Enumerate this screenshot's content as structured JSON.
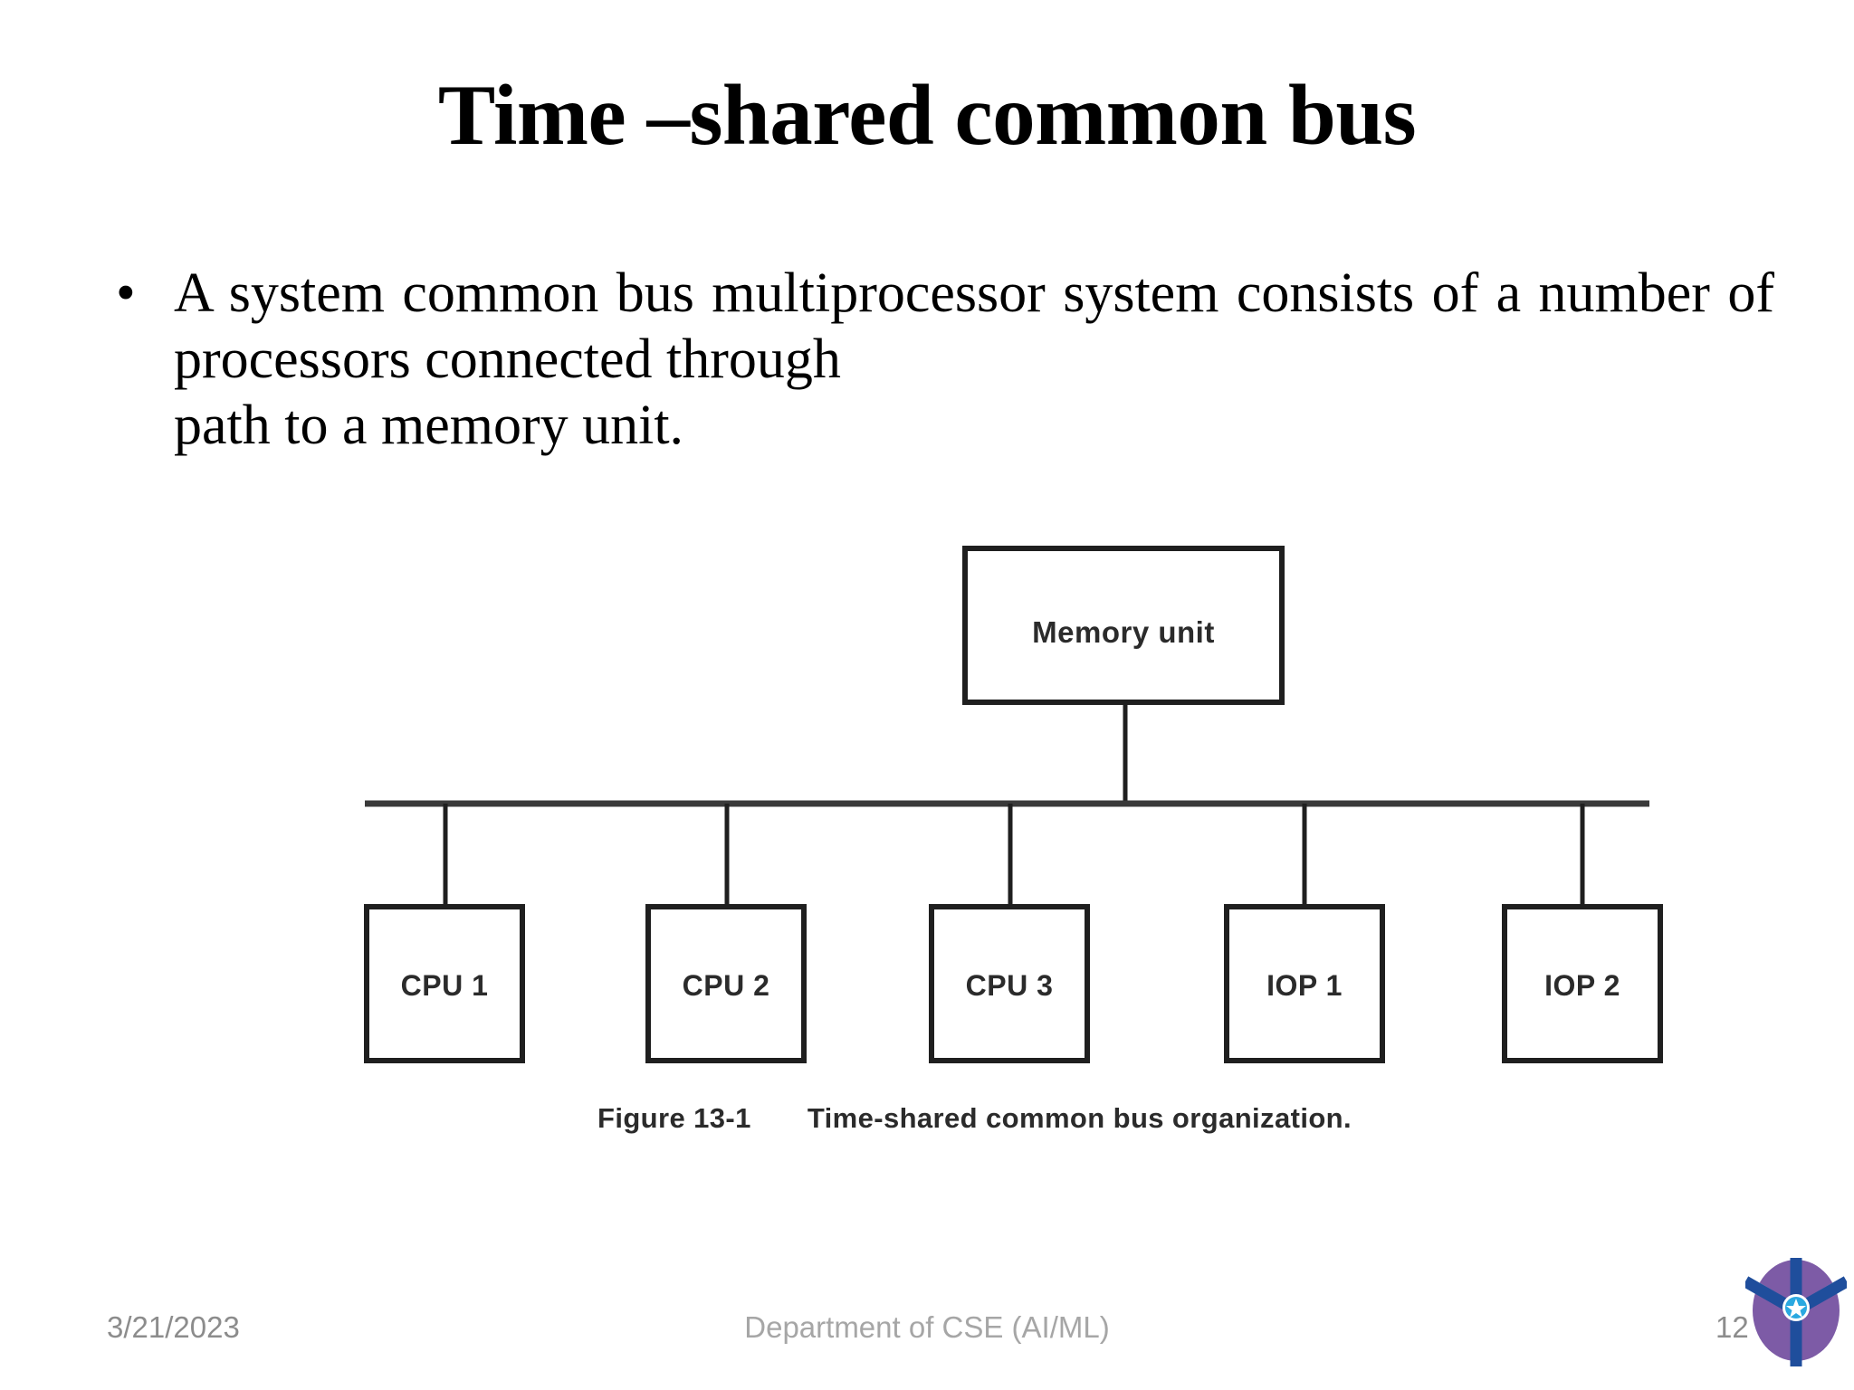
{
  "slide": {
    "title": "Time –shared common bus",
    "bullet": {
      "marker": "•",
      "line1": "A system common bus multiprocessor system",
      "line2": "consists of a number of processors connected through",
      "line3": "path to a memory unit."
    }
  },
  "diagram": {
    "memory_box_label": "Memory unit",
    "nodes": [
      {
        "label": "CPU 1"
      },
      {
        "label": "CPU 2"
      },
      {
        "label": "CPU 3"
      },
      {
        "label": "IOP 1"
      },
      {
        "label": "IOP 2"
      }
    ],
    "caption_figure_number": "Figure  13-1",
    "caption_text": "Time-shared common bus organization.",
    "line_color": "#1f1f1f",
    "bus_color": "#3a3a3a"
  },
  "footer": {
    "date": "3/21/2023",
    "department": "Department of CSE (AI/ML)",
    "page_number": "12",
    "logo_colors": {
      "petal": "#7d5ba6",
      "band": "#1f4e9c",
      "star": "#2aa8e0"
    }
  }
}
